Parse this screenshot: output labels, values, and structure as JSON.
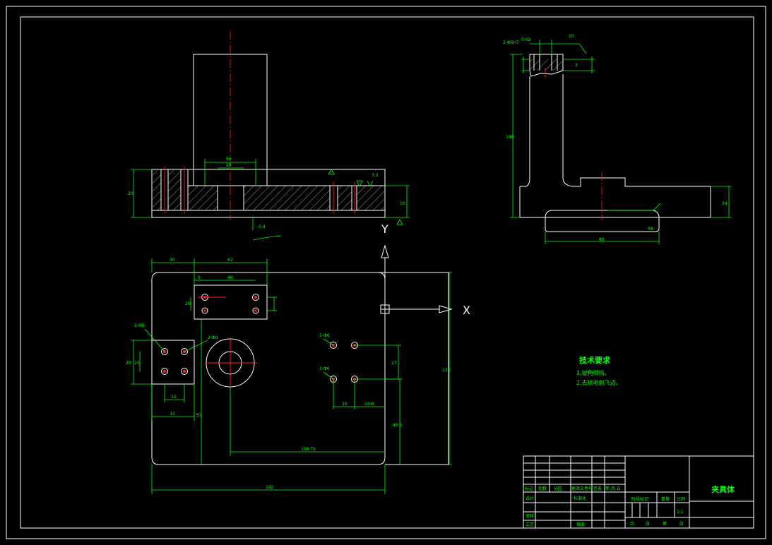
{
  "tech_requirements": {
    "title": "技术要求",
    "items": [
      "1.锐角倒钝。",
      "2.去除毛刺飞边。"
    ]
  },
  "title_block": {
    "part_name": "夹具体",
    "scale": "1:1",
    "headers": {
      "mark": "标记",
      "count": "处数",
      "zone": "分区",
      "doc_no": "更改文件号",
      "sign": "签名",
      "date": "年.月.日",
      "design": "设计",
      "standardize": "标准化",
      "stage_mark": "阶段标记",
      "weight": "重量",
      "ratio": "比例",
      "review": "审核",
      "process": "工艺",
      "approve": "批准",
      "total": "共",
      "sheets": "张",
      "page": "第",
      "sheet2": "张"
    }
  },
  "axes": {
    "x": "X",
    "y": "Y"
  },
  "dims_plan": {
    "d30": "30",
    "d62": "62",
    "d9": "9",
    "d46": "46",
    "d20a": "20",
    "h2M6": "2-M6",
    "h2phi8": "2-Φ8",
    "h2phi6a": "2-Φ6",
    "h2phi6b": "2-Φ6",
    "d20b": "20",
    "d25": "25",
    "d15a": "15",
    "d33": "33",
    "d50": "50",
    "d27": "27",
    "d15b": "15",
    "d24_8": "24.8",
    "d46_5": "46.5",
    "d108": "108.72",
    "d123": "123",
    "d192": "192"
  },
  "dims_front": {
    "d30": "30",
    "d50": "50",
    "d20": "20",
    "d16": "16",
    "d3_2": "3.2",
    "d04": "0.4"
  },
  "dims_side": {
    "d2M6": "2-Φ6H7",
    "d02": "0.02",
    "d10": "10",
    "d3": "3",
    "d188": "188",
    "d24": "24",
    "d80": "80",
    "dR8": "R8"
  }
}
